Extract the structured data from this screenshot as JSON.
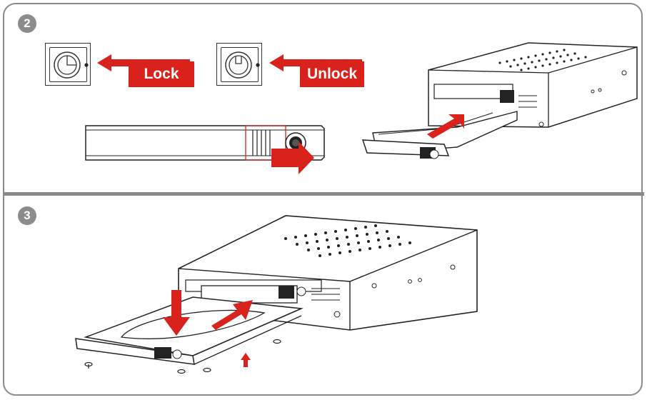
{
  "steps": [
    {
      "number": "2"
    },
    {
      "number": "3"
    }
  ],
  "labels": {
    "lock": "Lock",
    "unlock": "Unlock"
  },
  "colors": {
    "accent_red": "#d9221c",
    "frame_gray": "#8a8a8a",
    "line": "#222222"
  }
}
